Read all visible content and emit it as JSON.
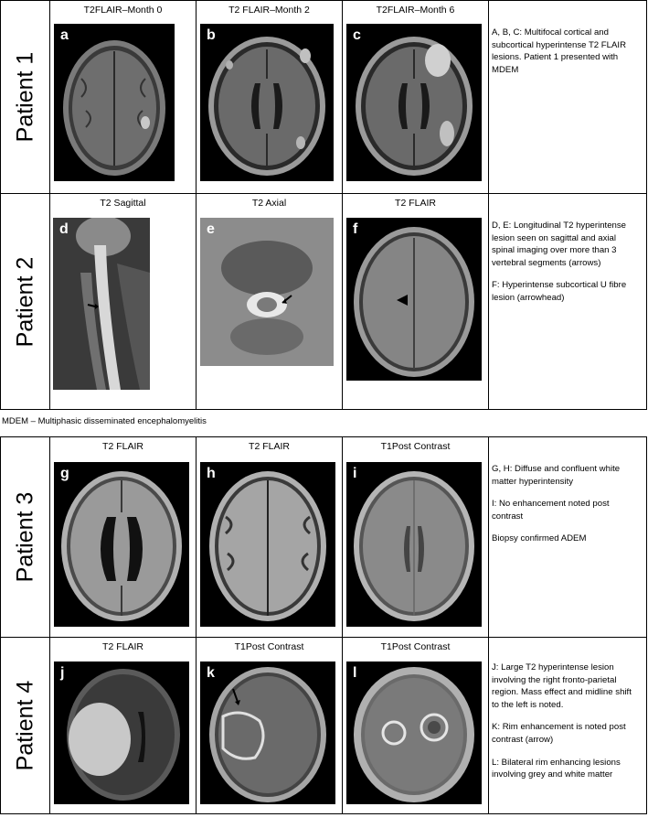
{
  "tables": [
    {
      "rows": [
        {
          "patient": "Patient 1",
          "panels": [
            {
              "title": "T2FLAIR–Month 0",
              "letter": "a"
            },
            {
              "title": "T2 FLAIR–Month 2",
              "letter": "b"
            },
            {
              "title": "T2FLAIR–Month 6",
              "letter": "c"
            }
          ],
          "description": [
            "A, B, C: Multifocal cortical and subcortical hyperintense T2 FLAIR lesions.  Patient 1 presented with MDEM"
          ]
        },
        {
          "patient": "Patient 2",
          "panels": [
            {
              "title": "T2 Sagittal",
              "letter": "d"
            },
            {
              "title": "T2 Axial",
              "letter": "e"
            },
            {
              "title": "T2 FLAIR",
              "letter": "f"
            }
          ],
          "description": [
            "D, E: Longitudinal T2 hyperintense lesion seen on sagittal and axial spinal imaging over more than  3 vertebral segments (arrows)",
            "F: Hyperintense subcortical U fibre lesion (arrowhead)"
          ]
        }
      ]
    },
    {
      "rows": [
        {
          "patient": "Patient 3",
          "panels": [
            {
              "title": "T2 FLAIR",
              "letter": "g"
            },
            {
              "title": "T2 FLAIR",
              "letter": "h"
            },
            {
              "title": "T1Post Contrast",
              "letter": "i"
            }
          ],
          "description": [
            "G, H: Diffuse and confluent white matter hyperintensity",
            "I: No enhancement noted post contrast",
            "Biopsy confirmed ADEM"
          ]
        },
        {
          "patient": "Patient 4",
          "panels": [
            {
              "title": "T2 FLAIR",
              "letter": "j"
            },
            {
              "title": "T1Post Contrast",
              "letter": "k"
            },
            {
              "title": "T1Post Contrast",
              "letter": "l"
            }
          ],
          "description": [
            "J: Large T2 hyperintense lesion involving the right fronto-parietal region. Mass effect and midline shift to the left is noted.",
            "K: Rim enhancement is noted post contrast (arrow)",
            "L: Bilateral rim enhancing lesions involving grey and white matter"
          ]
        }
      ]
    }
  ],
  "footnote": "MDEM – Multiphasic disseminated encephalomyelitis"
}
